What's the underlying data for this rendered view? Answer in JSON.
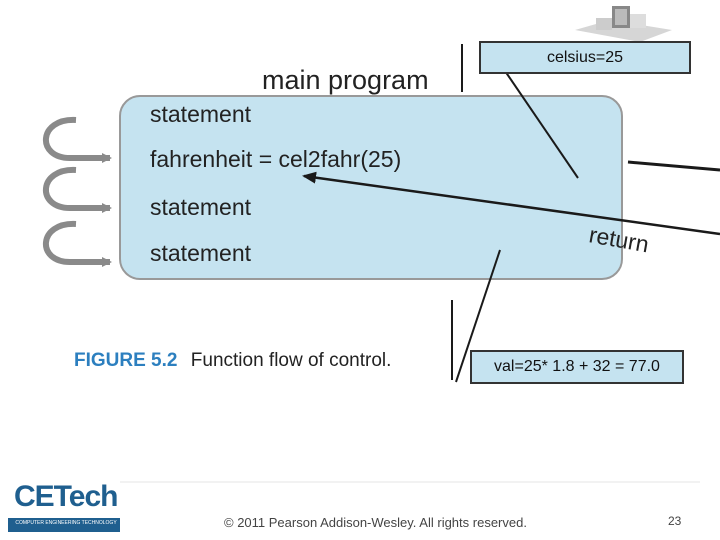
{
  "diagram": {
    "title": "main program",
    "statements": [
      "statement",
      "fahrenheit = cel2fahr(25)",
      "statement",
      "statement"
    ],
    "return_label": "return",
    "caption_number": "FIGURE 5.2",
    "caption_text": "Function flow of control."
  },
  "callouts": {
    "top": "celsius=25",
    "bottom": "val=25* 1.8 + 32 = 77.0"
  },
  "footer": {
    "copyright": "© 2011 Pearson Addison-Wesley.  All rights reserved.",
    "page_number": "23",
    "logo_text": "CETech",
    "logo_subtext": "COMPUTER ENGINEERING TECHNOLOGY"
  },
  "colors": {
    "box_fill": "#c5e3f0",
    "figure_number": "#2c7fbf",
    "logo_blue": "#1f5f8f"
  },
  "icons": [
    "cube-puzzle-icon"
  ]
}
